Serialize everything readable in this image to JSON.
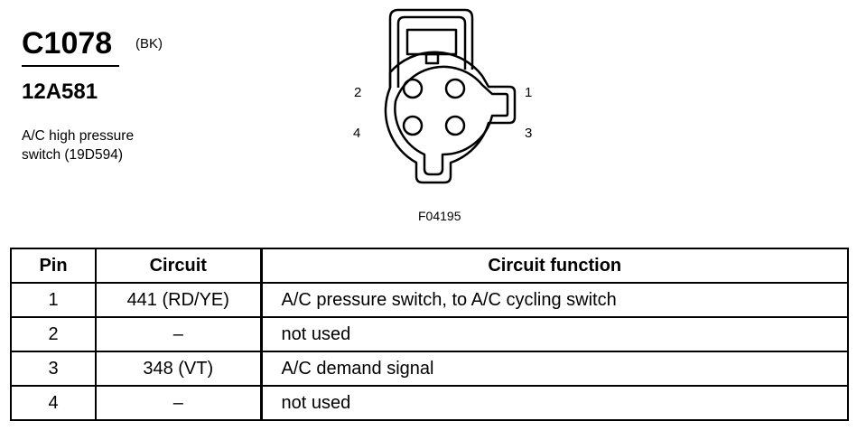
{
  "header": {
    "connector_id": "C1078",
    "connector_color": "(BK)",
    "part_number": "12A581",
    "description_lines": [
      "A/C high pressure",
      "switch (19D594)"
    ]
  },
  "diagram": {
    "pin_labels": [
      "1",
      "2",
      "3",
      "4"
    ],
    "figure_code": "F04195"
  },
  "table": {
    "headers": [
      "Pin",
      "Circuit",
      "Circuit function"
    ],
    "rows": [
      {
        "pin": "1",
        "circuit": "441 (RD/YE)",
        "function": "A/C pressure switch, to A/C cycling switch"
      },
      {
        "pin": "2",
        "circuit": "–",
        "function": "not used"
      },
      {
        "pin": "3",
        "circuit": "348 (VT)",
        "function": "A/C demand signal"
      },
      {
        "pin": "4",
        "circuit": "–",
        "function": "not used"
      }
    ]
  }
}
